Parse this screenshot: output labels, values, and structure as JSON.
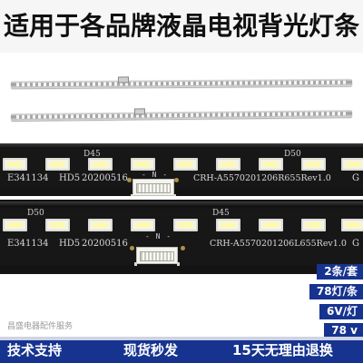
{
  "banner": {
    "title": "适用于各品牌液晶电视背光灯条"
  },
  "closeup_top": {
    "code_left": "E341134",
    "code_hd": "HD5",
    "code_date": "20200516",
    "mark_d45": "D45",
    "mark_d50": "D50",
    "pin_marks": "- N -",
    "model": "CRH-A5570201206R655Rev1.0",
    "model_suffix": "G"
  },
  "closeup_bottom": {
    "code_left": "E341134",
    "code_hd": "HD5",
    "code_date": "20200516",
    "mark_d50": "D50",
    "mark_d45": "D45",
    "pin_marks": "- N -",
    "model": "CRH-A5570201206L655Rev1.0",
    "model_suffix": "G"
  },
  "specs": {
    "set": "2条/套",
    "leds": "78灯/条",
    "voltage": "6V/灯",
    "total": "78 v"
  },
  "watermark": "昌盛电器配件服务",
  "features": {
    "support": "技术支持",
    "shipping": "现货秒发",
    "returns": "15天无理由退换"
  },
  "colors": {
    "label_blue": "#16338f",
    "pcb_black": "#141414",
    "led_white": "#f2f2ee"
  }
}
